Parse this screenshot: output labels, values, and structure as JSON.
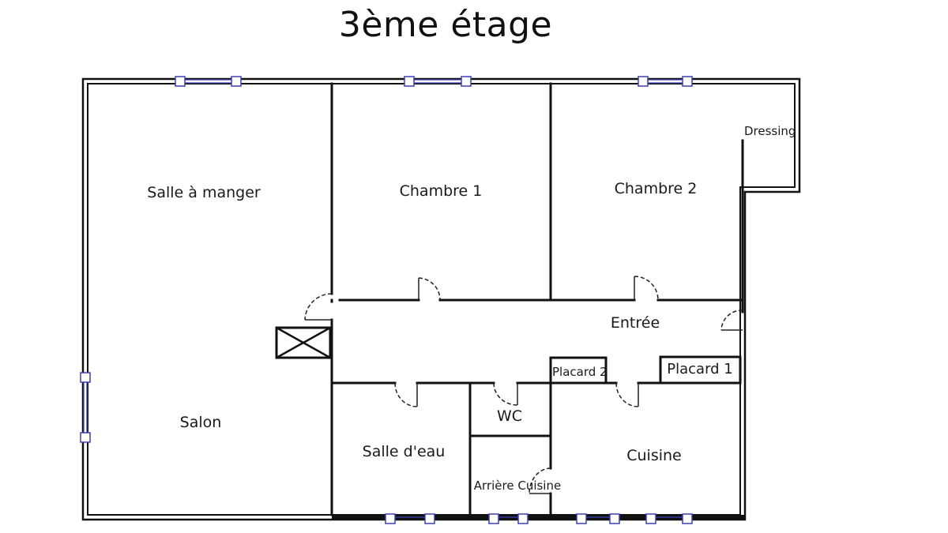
{
  "title": "3ème étage",
  "rooms": {
    "salle_a_manger": "Salle à manger",
    "chambre_1": "Chambre 1",
    "chambre_2": "Chambre 2",
    "dressing": "Dressing",
    "entree": "Entrée",
    "salon": "Salon",
    "placard_2": "Placard 2",
    "placard_1": "Placard 1",
    "wc": "WC",
    "salle_d_eau": "Salle d'eau",
    "cuisine": "Cuisine",
    "arriere_cuisine": "Arrière Cuisine"
  },
  "colors": {
    "wall": "#111111",
    "window": "#3b3fb5",
    "text": "#1a1a1a"
  }
}
